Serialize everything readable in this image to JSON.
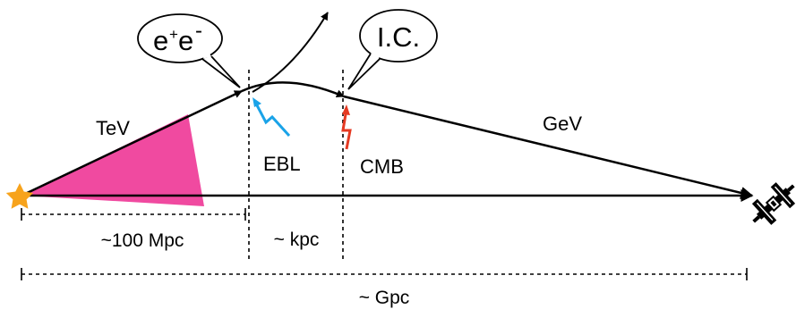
{
  "labels": {
    "tev": "TeV",
    "gev": "GeV",
    "ebl": "EBL",
    "cmb": "CMB",
    "pair_bubble_main": "e",
    "pair_bubble_plus": "+",
    "pair_bubble_e2": "e",
    "pair_bubble_minus": "-",
    "ic_bubble": "I.C.",
    "dist_100mpc": "~100 Mpc",
    "dist_kpc": "~ kpc",
    "dist_gpc": "~ Gpc"
  },
  "colors": {
    "cone": "#f04aa0",
    "ebl_photon": "#1aa3e8",
    "cmb_photon": "#e53a23",
    "star": "#f7a31c",
    "line": "#000000"
  },
  "icons": [
    "star-icon",
    "satellite-icon"
  ]
}
